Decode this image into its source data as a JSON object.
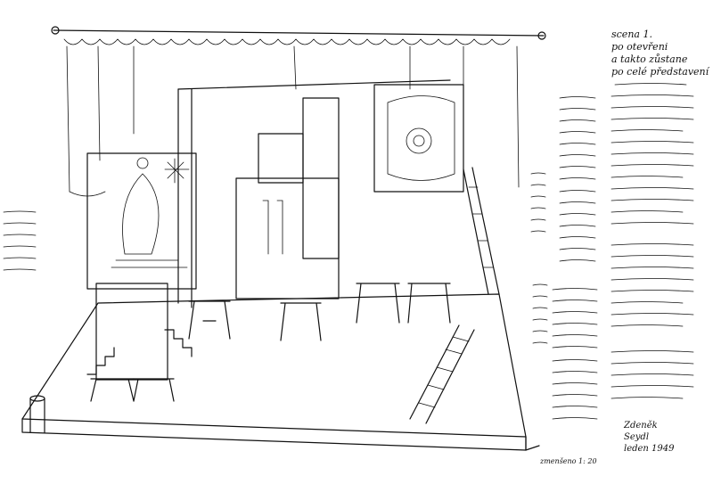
{
  "notes": {
    "top_right": [
      "scena 1.",
      "po otevřeni",
      "a takto zůstane",
      "po celé představení"
    ],
    "credit": "zmenšeno 1: 20",
    "signature": [
      "Zdeněk",
      "Seydl",
      "leden 1949"
    ]
  }
}
